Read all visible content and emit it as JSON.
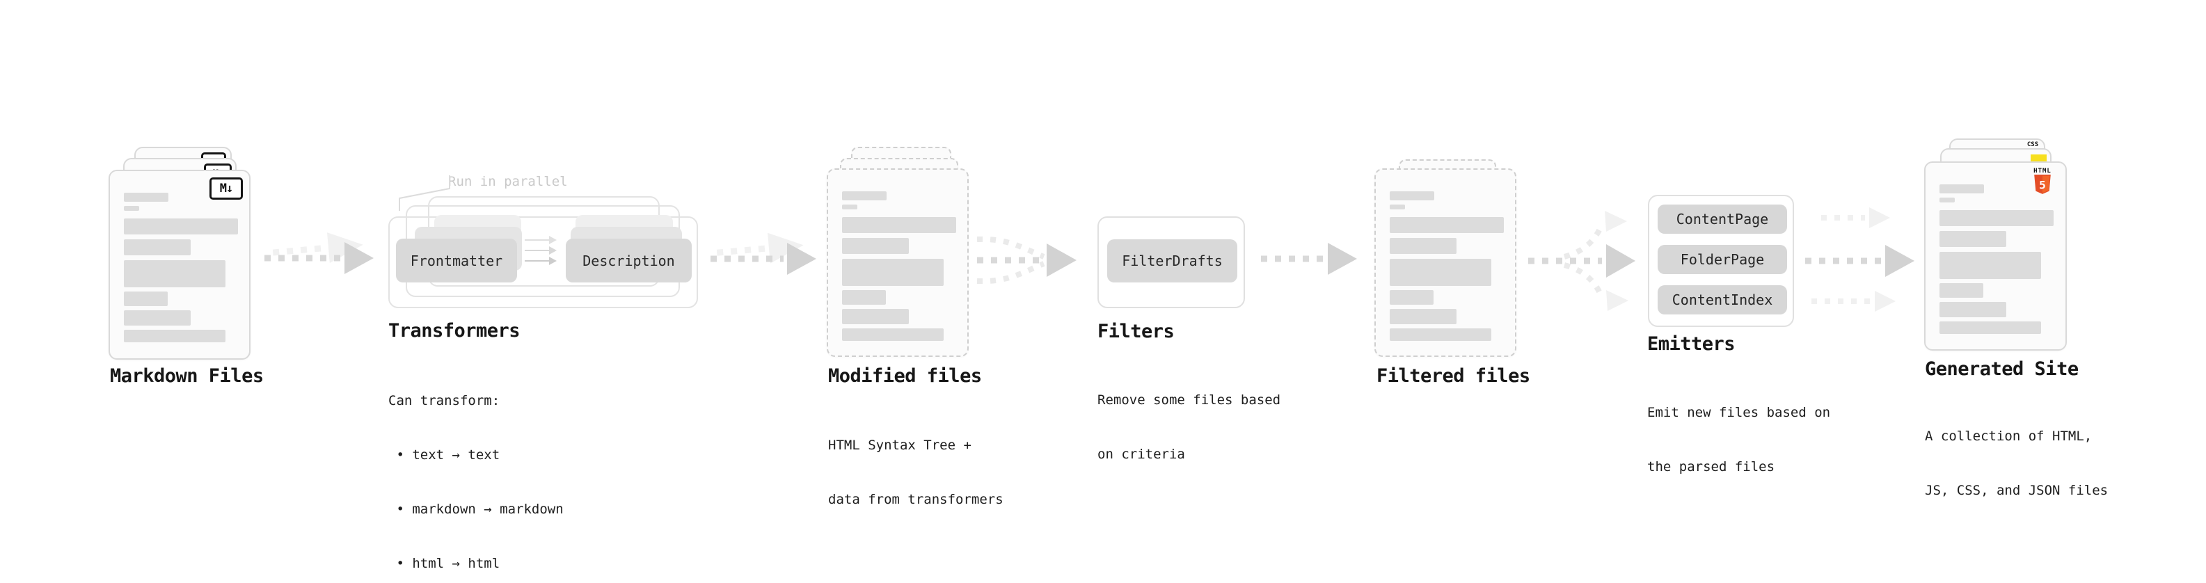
{
  "stages": {
    "markdown_files": {
      "title": "Markdown Files",
      "badge": "M↓"
    },
    "transformers": {
      "title": "Transformers",
      "annotation": "Run in parallel",
      "pills": [
        "Frontmatter",
        "Description"
      ],
      "notes": [
        "Can transform:",
        " • text → text",
        " • markdown → markdown",
        " • html → html"
      ]
    },
    "modified_files": {
      "title": "Modified files",
      "notes": [
        "HTML Syntax Tree +",
        "data from transformers"
      ]
    },
    "filters": {
      "title": "Filters",
      "pill": "FilterDrafts",
      "notes": [
        "Remove some files based",
        "on criteria"
      ]
    },
    "filtered_files": {
      "title": "Filtered files"
    },
    "emitters": {
      "title": "Emitters",
      "pills": [
        "ContentPage",
        "FolderPage",
        "ContentIndex"
      ],
      "notes": [
        "Emit new files based on",
        "the parsed files"
      ]
    },
    "generated_site": {
      "title": "Generated Site",
      "notes": [
        "A collection of HTML,",
        "JS, CSS, and JSON files"
      ],
      "badges": {
        "html5": {
          "label": "HTML",
          "number": "5",
          "color": "#e44d26"
        },
        "js": {
          "color": "#f7df1e"
        },
        "css": {
          "label": "CSS",
          "color": "#2965f1"
        }
      }
    }
  },
  "icons": [
    "markdown-icon",
    "html5-icon",
    "js-icon",
    "css-icon",
    "flow-arrow-icon",
    "merge-arrow-icon",
    "fork-arrow-icon",
    "mini-arrow-icon"
  ],
  "colors": {
    "arrow": "#d4d4d4",
    "arrow_faint": "#f1f1f1",
    "dash": "#d9d9d9",
    "placeholder_bar": "#dcdcdc",
    "pill": "#d9d9d9",
    "annotation": "#c9c9c9",
    "html5_orange": "#e44d26",
    "js_yellow": "#f7df1e",
    "css_blue": "#2965f1"
  }
}
